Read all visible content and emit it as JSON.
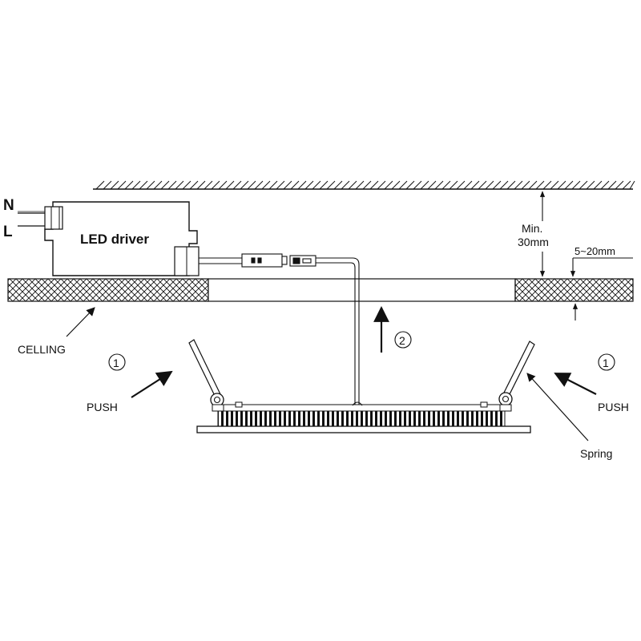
{
  "labels": {
    "n": "N",
    "l": "L",
    "driver": "LED driver",
    "min": "Min.",
    "min_value": "30mm",
    "thickness": "5~20mm",
    "ceiling": "CELLING",
    "step1": "1",
    "step2": "2",
    "push": "PUSH",
    "spring": "Spring"
  },
  "colors": {
    "line": "#111111",
    "background": "#ffffff"
  }
}
